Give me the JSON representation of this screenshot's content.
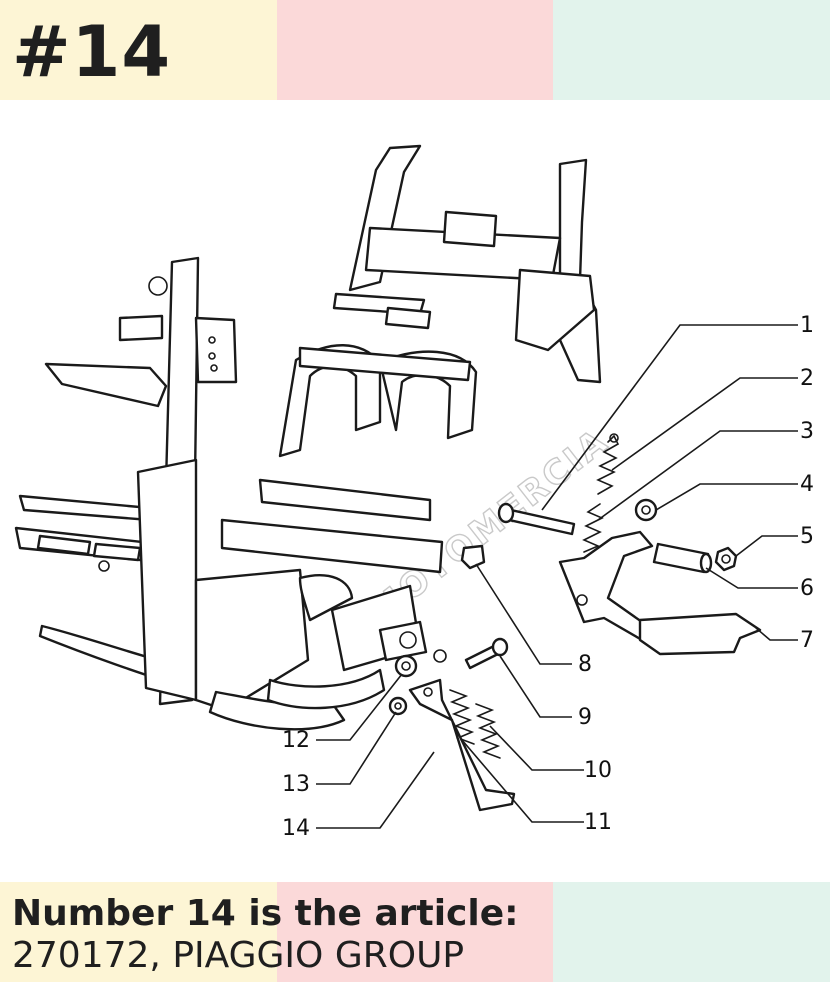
{
  "header": {
    "number_label": "#14"
  },
  "caption": {
    "title": "Number 14 is the article:",
    "article": "270172, PIAGGIO GROUP"
  },
  "band_colors": [
    "#fdf5d5",
    "#fbd9d9",
    "#e2f3ec"
  ],
  "watermark": "MOTOMERCIA",
  "callouts": [
    "1",
    "2",
    "3",
    "4",
    "5",
    "6",
    "7",
    "8",
    "9",
    "10",
    "11",
    "12",
    "13",
    "14"
  ]
}
